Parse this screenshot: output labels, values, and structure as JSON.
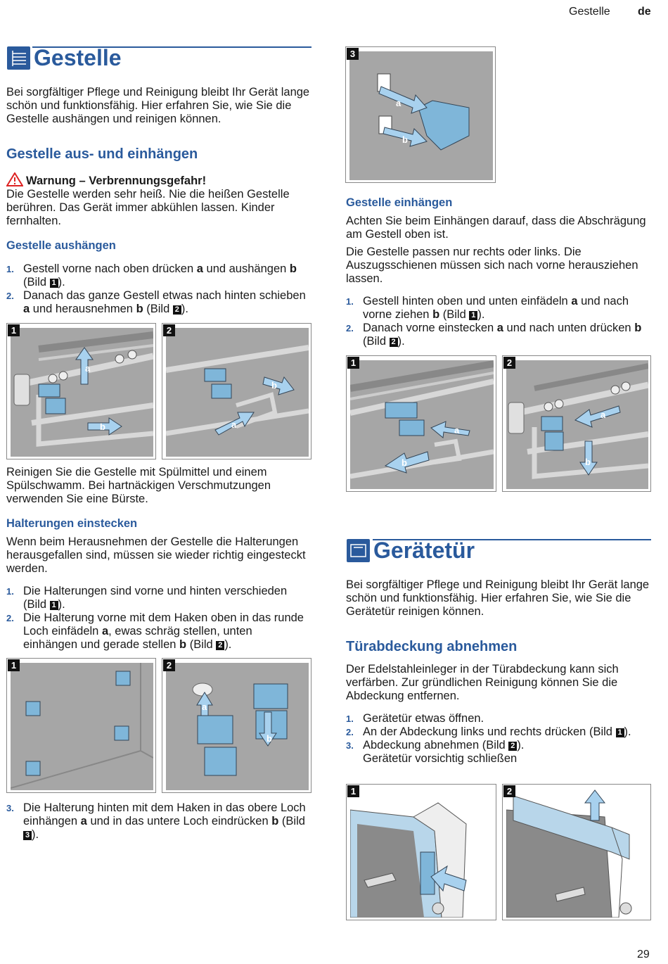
{
  "header": {
    "section": "Gestelle",
    "lang": "de"
  },
  "left": {
    "title": "Gestelle",
    "intro": "Bei sorgfältiger Pflege und Reinigung bleibt Ihr Gerät lange schön und funktionsfähig. Hier erfahren Sie, wie Sie die Gestelle aushängen und reinigen können.",
    "h2_aus_ein": "Gestelle aus- und einhängen",
    "warning_title": "Warnung – Verbrennungsgefahr!",
    "warning_text": "Die Gestelle werden sehr heiß. Nie die heißen Gestelle berühren. Das Gerät immer abkühlen lassen. Kinder fernhalten.",
    "h3_aushaengen": "Gestelle aushängen",
    "aushaengen_steps": [
      {
        "n": "1.",
        "pre": "Gestell vorne nach oben drücken ",
        "a": "a",
        "mid": " und aushängen ",
        "b": "b",
        "ref_pre": " (Bild ",
        "ref": "1",
        "post": ")."
      },
      {
        "n": "2.",
        "pre": "Danach das ganze Gestell etwas nach hinten schieben ",
        "a": "a",
        "mid": " und herausnehmen ",
        "b": "b",
        "ref_pre": " (Bild ",
        "ref": "2",
        "post": ")."
      }
    ],
    "clean_text": "Reinigen Sie die Gestelle mit Spülmittel und einem Spülschwamm. Bei hartnäckigen Verschmutzungen verwenden Sie eine Bürste.",
    "h3_halterungen": "Halterungen einstecken",
    "halterungen_intro": "Wenn beim Herausnehmen der Gestelle die Halterungen herausgefallen sind, müssen sie wieder richtig eingesteckt werden.",
    "halterungen_steps": [
      {
        "n": "1.",
        "text": "Die Halterungen sind vorne und hinten verschieden (Bild ",
        "ref": "1",
        "post": ")."
      },
      {
        "n": "2.",
        "text": "Die Halterung vorne mit dem Haken oben in das runde Loch einfädeln ",
        "a": "a",
        "mid": ", ewas schräg stellen, unten einhängen und gerade stellen ",
        "b": "b",
        "ref_pre": " (Bild ",
        "ref": "2",
        "post": ")."
      }
    ],
    "step3": {
      "n": "3.",
      "pre": "Die Halterung hinten mit dem Haken in das obere Loch einhängen ",
      "a": "a",
      "mid": " und in das untere Loch eindrücken ",
      "b": "b",
      "ref_pre": " (Bild ",
      "ref": "3",
      "post": ")."
    }
  },
  "right": {
    "h3_einhaengen": "Gestelle einhängen",
    "einhaengen_p1": "Achten Sie beim Einhängen darauf, dass die Abschrägung am Gestell oben ist.",
    "einhaengen_p2": "Die Gestelle passen nur rechts oder links. Die Auszugsschienen müssen sich nach vorne herausziehen lassen.",
    "einhaengen_steps": [
      {
        "n": "1.",
        "pre": "Gestell hinten oben und unten einfädeln ",
        "a": "a",
        "mid": " und nach vorne ziehen ",
        "b": "b",
        "ref_pre": " (Bild ",
        "ref": "1",
        "post": ")."
      },
      {
        "n": "2.",
        "pre": "Danach vorne einstecken ",
        "a": "a",
        "mid": " und nach unten drücken ",
        "b": "b",
        "ref_pre": " (Bild ",
        "ref": "2",
        "post": ")."
      }
    ],
    "title2": "Gerätetür",
    "intro2": "Bei sorgfältiger Pflege und Reinigung bleibt Ihr Gerät lange schön und funktionsfähig. Hier erfahren Sie, wie Sie die Gerätetür reinigen können.",
    "h2_tuer": "Türabdeckung abnehmen",
    "tuer_p": "Der Edelstahleinleger in der Türabdeckung kann sich verfärben. Zur gründlichen Reinigung können Sie die Abdeckung entfernen.",
    "tuer_steps": [
      {
        "n": "1.",
        "text": "Gerätetür etwas öffnen."
      },
      {
        "n": "2.",
        "text": "An der Abdeckung links und rechts drücken (Bild ",
        "ref": "1",
        "post": ")."
      },
      {
        "n": "3.",
        "text": "Abdeckung abnehmen (Bild ",
        "ref": "2",
        "post": ").",
        "line2": "Gerätetür vorsichtig schließen"
      }
    ]
  },
  "figures": {
    "n1": "1",
    "n2": "2",
    "n3": "3",
    "la": "a",
    "lb": "b"
  },
  "footer": {
    "page": "29"
  },
  "colors": {
    "accent": "#2a5a9c",
    "figure_bg": "#a6a6a6",
    "part_blue": "#7fb6d9",
    "arrow_blue": "#a8d1ee"
  }
}
